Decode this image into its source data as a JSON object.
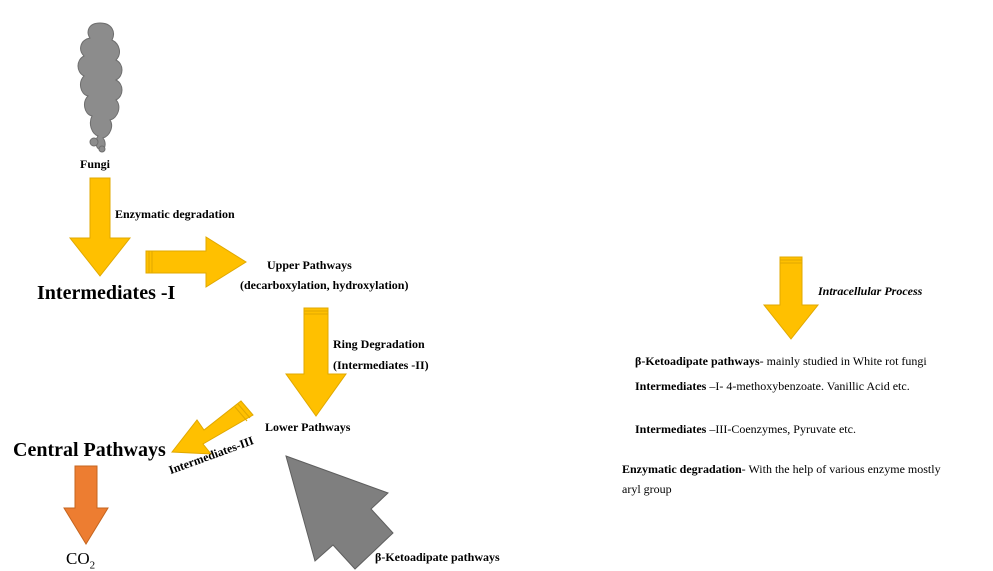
{
  "colors": {
    "arrow_yellow": "#FFC000",
    "arrow_yellow_dark": "#E0A800",
    "arrow_orange": "#ED7D31",
    "arrow_gray": "#7F7F7F",
    "fungi_gray": "#8C8C8C"
  },
  "icons": {
    "fungi": "fungi-blob-icon"
  },
  "diagram": {
    "fungi": "Fungi",
    "enzymatic_degradation": "Enzymatic  degradation",
    "intermediates_1": "Intermediates -I",
    "upper_pathways": "Upper Pathways",
    "upper_pathways_detail": "(decarboxylation,  hydroxylation)",
    "ring_degradation": "Ring Degradation",
    "intermediates_2": "(Intermediates -II)",
    "lower_pathways": "Lower Pathways",
    "central_pathways": "Central Pathways",
    "intermediates_3": "Intermediates-III",
    "co2_base": "CO",
    "co2_sub": "2",
    "ketoadipate_pathways": "β-Ketoadipate pathways",
    "intracellular_process": "Intracellular Process"
  },
  "notes": [
    {
      "term": "β-Ketoadipate pathways",
      "text": "-  mainly  studied in White rot fungi"
    },
    {
      "term": "Intermediates",
      "text": " –I- 4-methoxybenzoate.   Vanillic  Acid  etc."
    },
    {
      "term": "Intermediates",
      "text": " –III-Coenzymes,  Pyruvate  etc."
    },
    {
      "term": "Enzymatic  degradation",
      "text": "-  With  the  help  of  various  enzyme  mostly"
    },
    {
      "term": "",
      "text": "aryl  group"
    }
  ]
}
